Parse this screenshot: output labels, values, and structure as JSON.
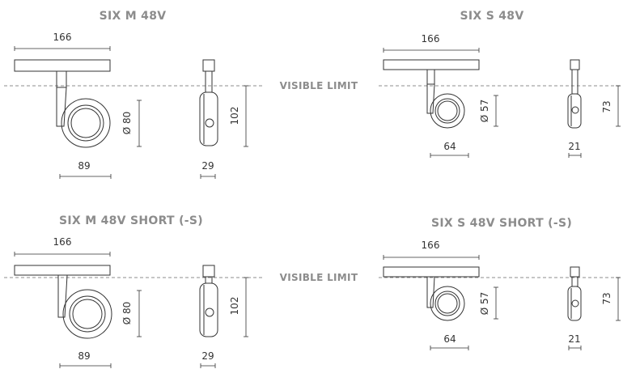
{
  "colors": {
    "title": "#8c8c8c",
    "line": "#333333",
    "background": "#ffffff"
  },
  "visible_limit_label": "VISIBLE LIMIT",
  "variants": [
    {
      "title": "SIX M 48V",
      "width": "166",
      "diameter": "Ø 80",
      "height": "102",
      "depth": "89",
      "side_width": "29"
    },
    {
      "title": "SIX S 48V",
      "width": "166",
      "diameter": "Ø 57",
      "height": "73",
      "depth": "64",
      "side_width": "21"
    },
    {
      "title": "SIX M 48V SHORT (-S)",
      "width": "166",
      "diameter": "Ø 80",
      "height": "102",
      "depth": "89",
      "side_width": "29"
    },
    {
      "title": "SIX S 48V SHORT (-S)",
      "width": "166",
      "diameter": "Ø 57",
      "height": "73",
      "depth": "64",
      "side_width": "21"
    }
  ]
}
